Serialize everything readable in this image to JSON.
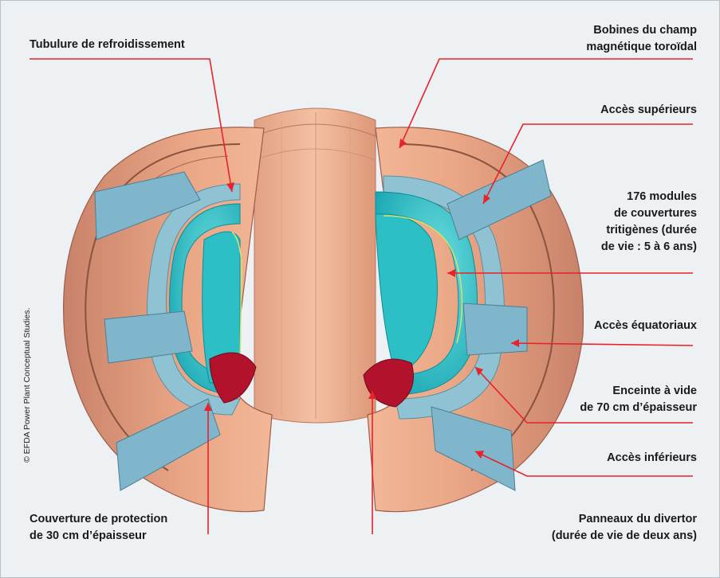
{
  "labels": {
    "tubulure": "Tubulure de refroidissement",
    "bobines": [
      "Bobines du champ",
      "magnétique toroïdal"
    ],
    "acces_superieurs": "Accès supérieurs",
    "modules": [
      "176 modules",
      "de couvertures",
      "tritigènes (durée",
      "de vie : 5 à 6 ans)"
    ],
    "acces_equatoriaux": "Accès équatoriaux",
    "enceinte": [
      "Enceinte à vide",
      "de 70 cm d’épaisseur"
    ],
    "acces_inferieurs": "Accès inférieurs",
    "couverture": [
      "Couverture de protection",
      "de 30 cm d’épaisseur"
    ],
    "panneaux": [
      "Panneaux du divertor",
      "(durée de vie de deux ans)"
    ]
  },
  "credit": "© EFDA Power Plant Conceptual Studies.",
  "colors": {
    "background": "#eef1f3",
    "leader_line": "#e8212b",
    "coil_copper": "#e7a17e",
    "blanket_cyan": "#2fc4c8",
    "port_blue": "#7fb6cc",
    "divertor_red": "#b3122d"
  }
}
